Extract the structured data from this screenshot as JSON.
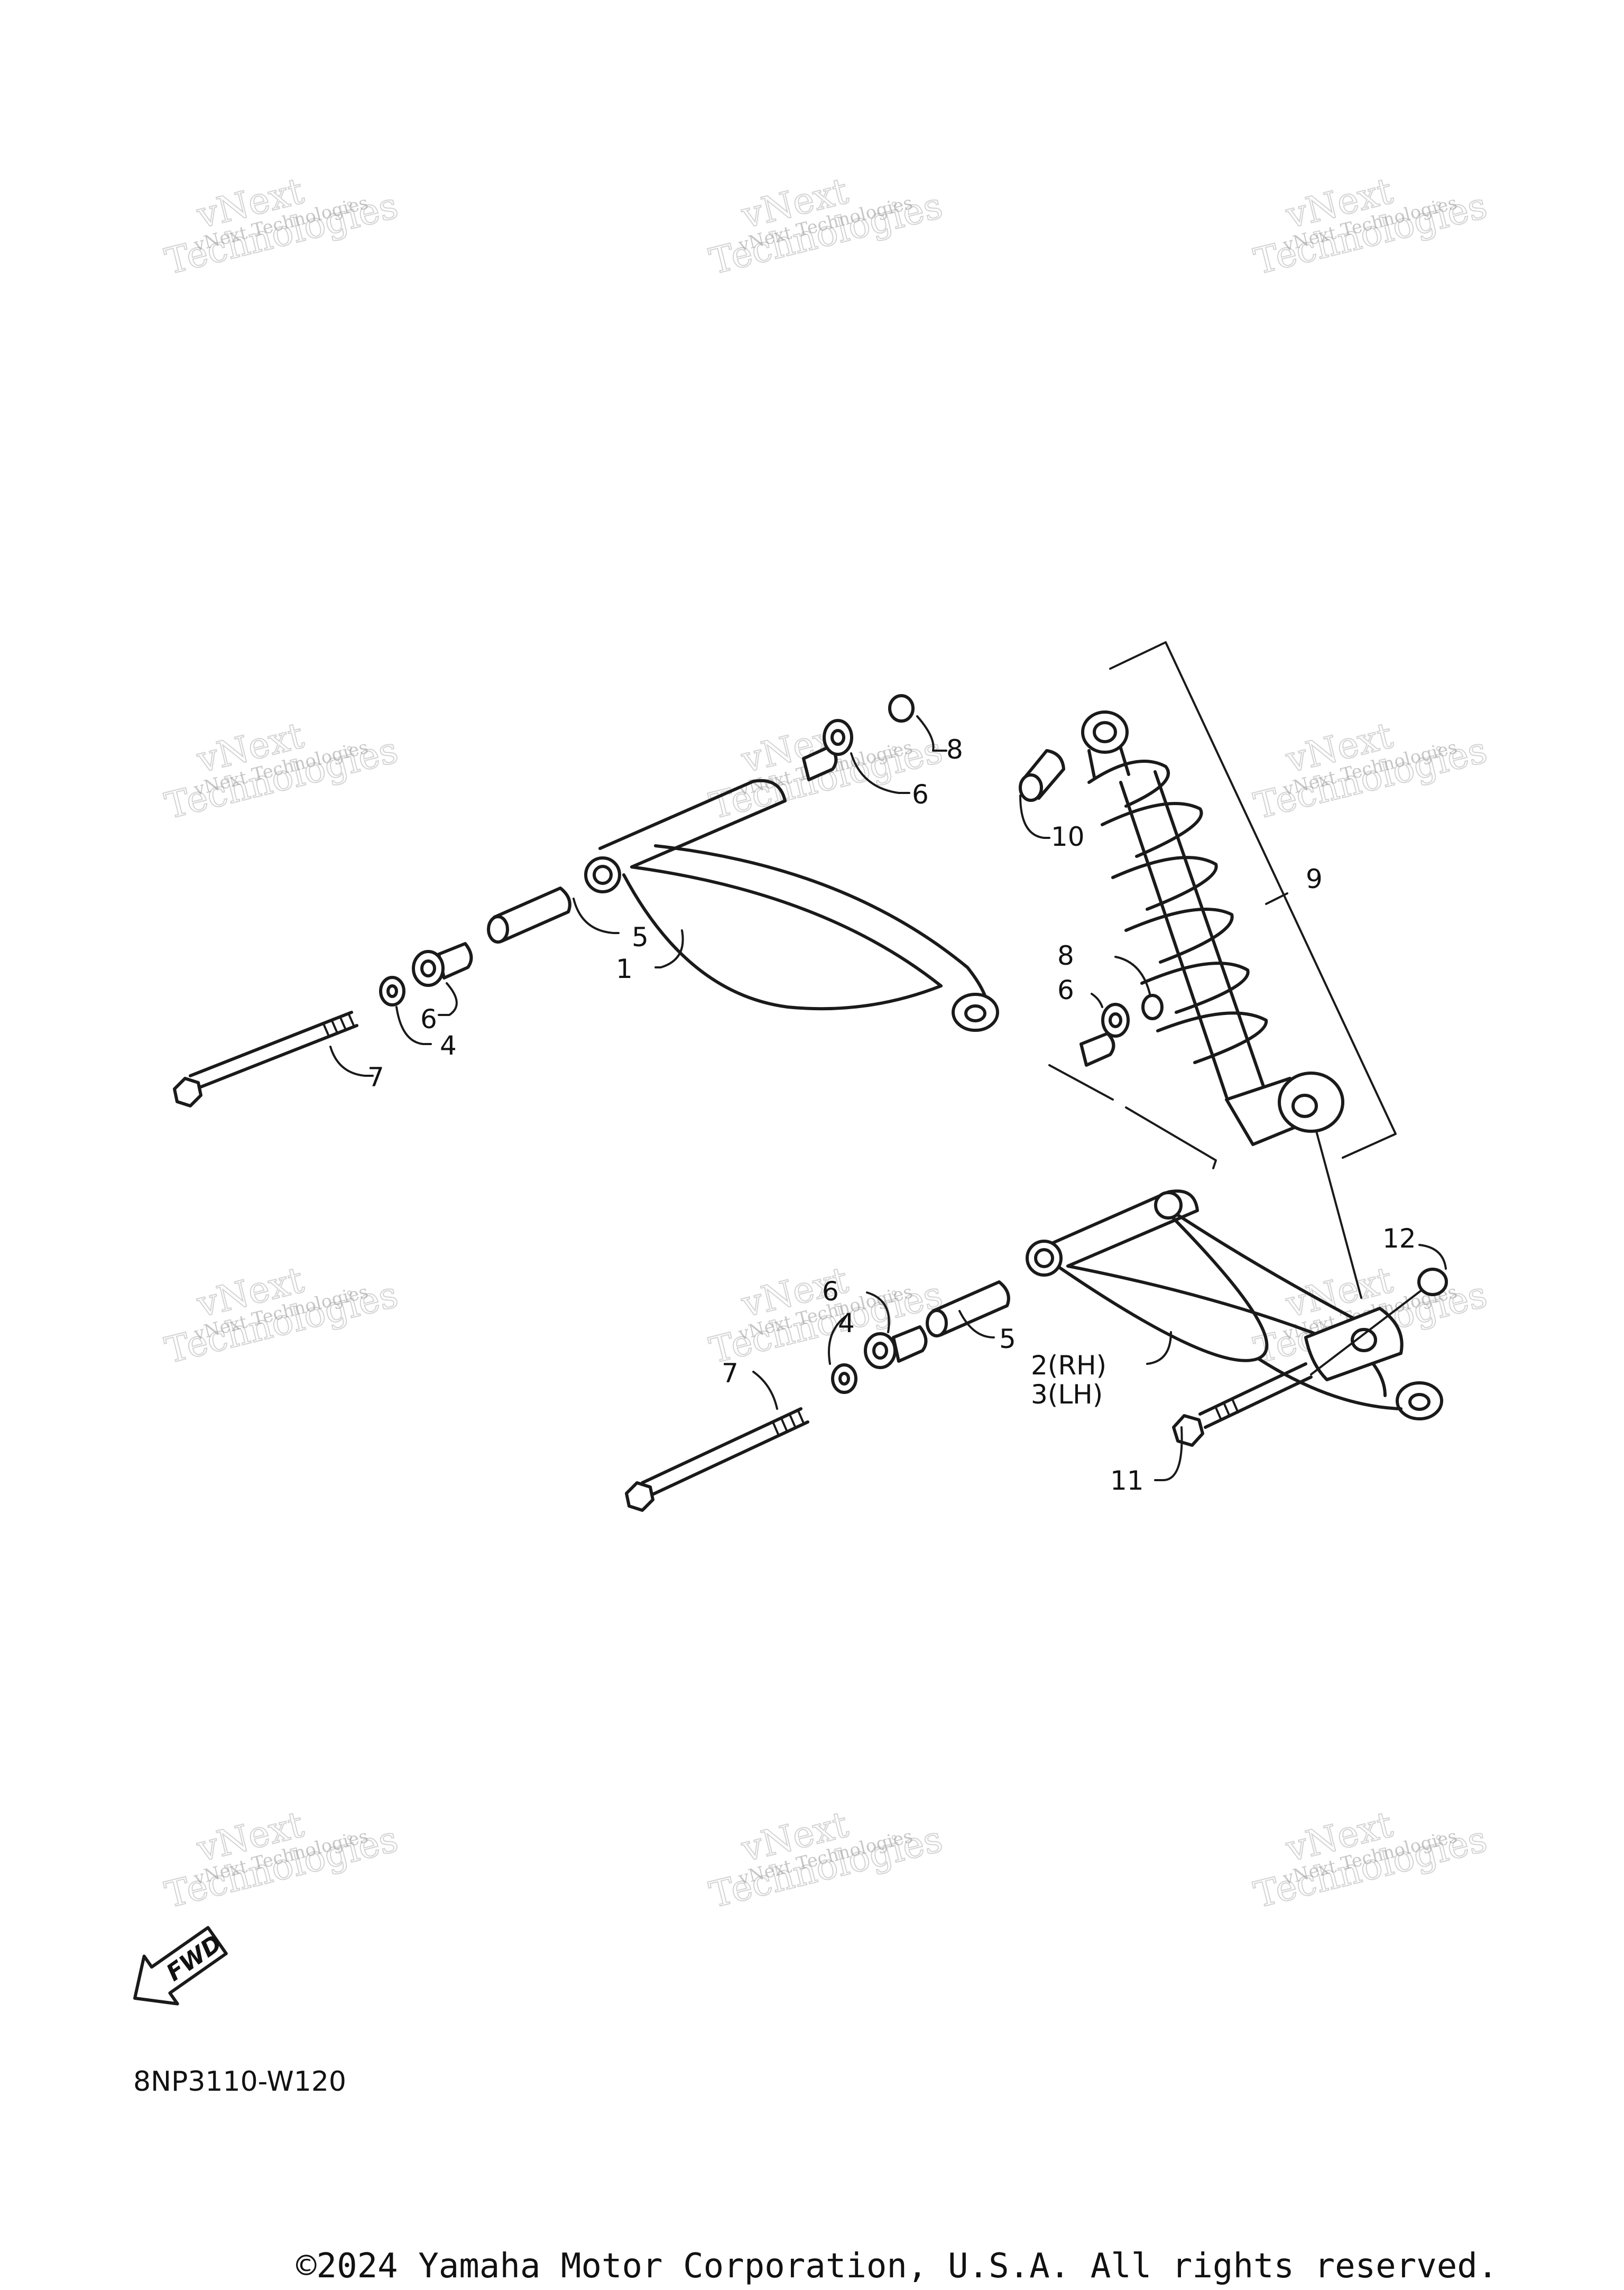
{
  "callouts": {
    "c1": "1",
    "c2": "2(RH)",
    "c3": "3(LH)",
    "c4a": "4",
    "c4b": "4",
    "c5a": "5",
    "c5b": "5",
    "c6a": "6",
    "c6b": "6",
    "c6c": "6",
    "c6d": "6",
    "c7a": "7",
    "c7b": "7",
    "c8a": "8",
    "c8b": "8",
    "c9": "9",
    "c10": "10",
    "c11": "11",
    "c12": "12"
  },
  "fwd_label": "FWD",
  "ref_code": "8NP3110-W120",
  "copyright": "©2024 Yamaha Motor Corporation, U.S.A. All rights reserved.",
  "watermark": {
    "line1": "vNext Technologies",
    "line2": "vNext",
    "line3": "Technologies"
  }
}
